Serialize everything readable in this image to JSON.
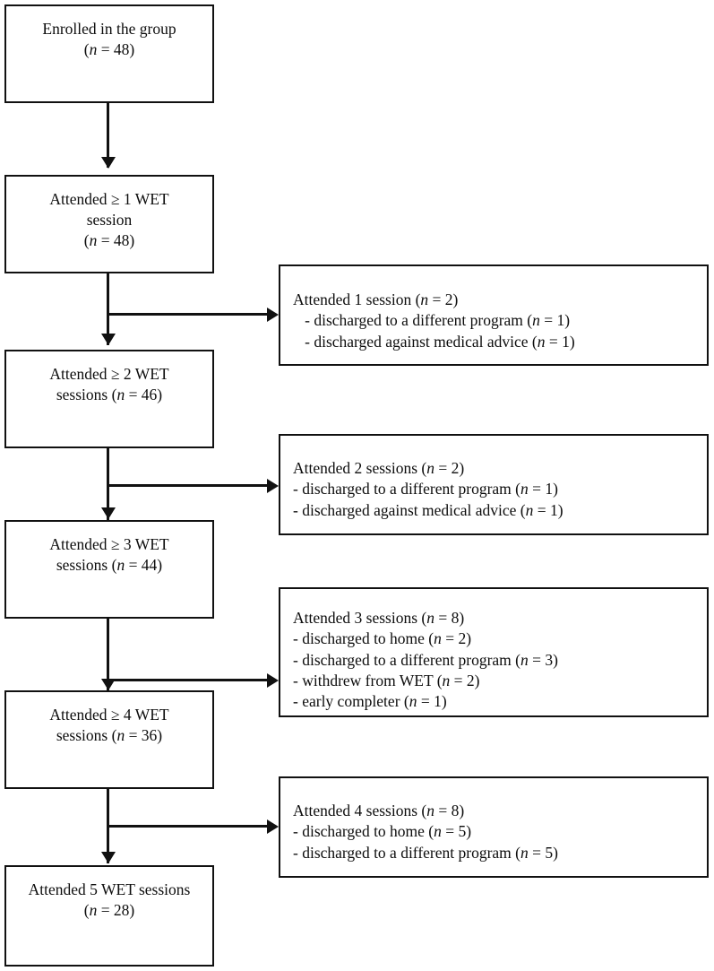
{
  "figure": {
    "type": "flowchart",
    "orientation": "vertical",
    "description": "CONSORT-style participant flow diagram of WET session attendance",
    "accent_color": "#111111",
    "background_color": "#ffffff"
  },
  "main_boxes": [
    {
      "id": "enrolled",
      "text": "Enrolled in the group\n(n = 48)",
      "n": 48
    },
    {
      "id": "attended-1",
      "text": "Attended ≥ 1 WET\nsession\n(n = 48)",
      "n": 48
    },
    {
      "id": "attended-2",
      "text": "Attended ≥ 2 WET\nsessions (n = 46)",
      "n": 46
    },
    {
      "id": "attended-3",
      "text": "Attended ≥ 3 WET\nsessions (n = 44)",
      "n": 44
    },
    {
      "id": "attended-4",
      "text": "Attended ≥ 4 WET\nsessions (n = 36)",
      "n": 36
    },
    {
      "id": "attended-5",
      "text": "Attended 5 WET sessions\n(n = 28)",
      "n": 28
    }
  ],
  "side_boxes": [
    {
      "id": "exit-after-1",
      "text": "Attended 1 session (n = 2)\n   - discharged to a different program (n = 1)\n   - discharged against medical advice (n = 1)",
      "n": 2
    },
    {
      "id": "exit-after-2",
      "text": "Attended 2 sessions (n = 2)\n- discharged to a different program (n = 1)\n- discharged against medical advice (n = 1)",
      "n": 2
    },
    {
      "id": "exit-after-3",
      "text": "Attended 3 sessions (n = 8)\n - discharged to home (n = 2)\n - discharged to a different program (n = 3)\n - withdrew from WET (n = 2)\n- early completer (n = 1)",
      "n": 8
    },
    {
      "id": "exit-after-4",
      "text": "Attended 4 sessions (n = 8)\n- discharged to home (n = 5)\n- discharged to a different program (n = 5)",
      "n": 8
    }
  ],
  "chart_data": {
    "type": "flow",
    "title": "",
    "stages": [
      {
        "label": "Enrolled in the group",
        "value": 48
      },
      {
        "label": "Attended ≥ 1 WET session",
        "value": 48
      },
      {
        "label": "Attended ≥ 2 WET sessions",
        "value": 46
      },
      {
        "label": "Attended ≥ 3 WET sessions",
        "value": 44
      },
      {
        "label": "Attended ≥ 4 WET sessions",
        "value": 36
      },
      {
        "label": "Attended 5 WET sessions",
        "value": 28
      }
    ],
    "attrition": [
      {
        "after_stage": "Attended ≥ 1 WET session",
        "label": "Attended 1 session",
        "value": 2,
        "reasons": [
          {
            "label": "discharged to a different program",
            "value": 1
          },
          {
            "label": "discharged against medical advice",
            "value": 1
          }
        ]
      },
      {
        "after_stage": "Attended ≥ 2 WET sessions",
        "label": "Attended 2 sessions",
        "value": 2,
        "reasons": [
          {
            "label": "discharged to a different program",
            "value": 1
          },
          {
            "label": "discharged against medical advice",
            "value": 1
          }
        ]
      },
      {
        "after_stage": "Attended ≥ 3 WET sessions",
        "label": "Attended 3 sessions",
        "value": 8,
        "reasons": [
          {
            "label": "discharged to home",
            "value": 2
          },
          {
            "label": "discharged to a different program",
            "value": 3
          },
          {
            "label": "withdrew from WET",
            "value": 2
          },
          {
            "label": "early completer",
            "value": 1
          }
        ]
      },
      {
        "after_stage": "Attended ≥ 4 WET sessions",
        "label": "Attended 4 sessions",
        "value": 8,
        "reasons": [
          {
            "label": "discharged to home",
            "value": 5
          },
          {
            "label": "discharged to a different program",
            "value": 5
          }
        ]
      }
    ]
  }
}
